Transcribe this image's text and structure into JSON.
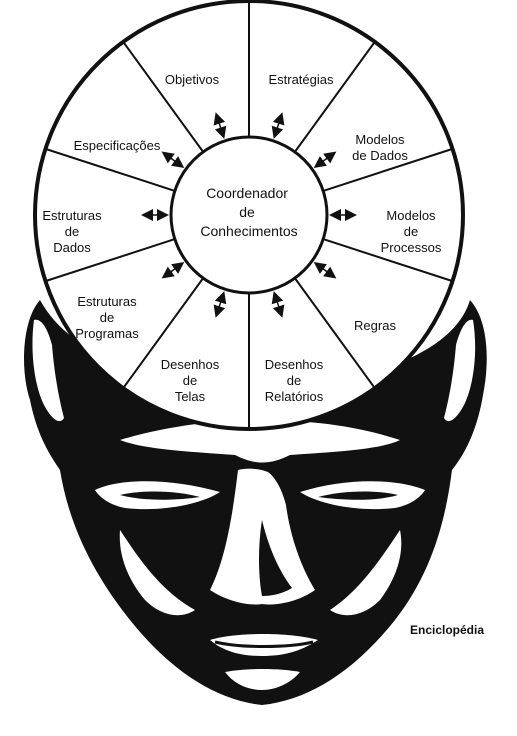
{
  "center": {
    "lines": [
      "Coordenador",
      "de",
      "Conhecimentos"
    ]
  },
  "segments": [
    {
      "id": "objetivos",
      "lines": [
        "Objetivos"
      ]
    },
    {
      "id": "estrategias",
      "lines": [
        "Estratégias"
      ]
    },
    {
      "id": "modelos-de-dados",
      "lines": [
        "Modelos",
        "de Dados"
      ]
    },
    {
      "id": "modelos-de-processos",
      "lines": [
        "Modelos",
        "de",
        "Processos"
      ]
    },
    {
      "id": "regras",
      "lines": [
        "Regras"
      ]
    },
    {
      "id": "desenhos-de-relatorios",
      "lines": [
        "Desenhos",
        "de",
        "Relatórios"
      ]
    },
    {
      "id": "desenhos-de-telas",
      "lines": [
        "Desenhos",
        "de",
        "Telas"
      ]
    },
    {
      "id": "estruturas-de-programas",
      "lines": [
        "Estruturas",
        "de",
        "Programas"
      ]
    },
    {
      "id": "estruturas-de-dados",
      "lines": [
        "Estruturas",
        "de",
        "Dados"
      ]
    },
    {
      "id": "especificacoes",
      "lines": [
        "Especificações"
      ]
    }
  ],
  "caption": "Enciclopédia",
  "colors": {
    "ink": "#111111",
    "paper": "#ffffff"
  },
  "icons": [
    "double-arrow-icon",
    "head-illustration"
  ]
}
